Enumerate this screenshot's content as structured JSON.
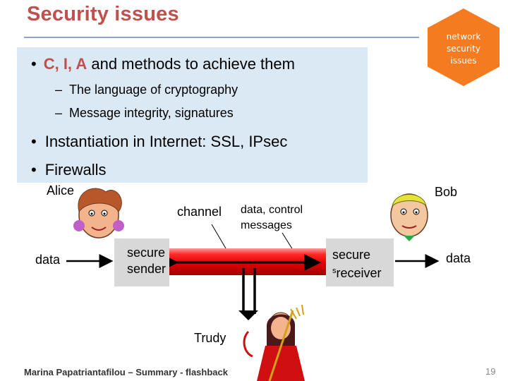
{
  "slide": {
    "title": "Security issues",
    "badge": {
      "line1": "network",
      "line2": "security",
      "line3": "issues"
    },
    "bullets": {
      "b1_prefix": "C, I, A",
      "b1_rest": " and methods to achieve them",
      "sub1": "The language of cryptography",
      "sub2": "Message integrity, signatures",
      "b2": "Instantiation in Internet: SSL, IPsec",
      "b3": "Firewalls"
    },
    "diagram": {
      "alice": "Alice",
      "bob": "Bob",
      "channel": "channel",
      "dcm_line1": "data, control",
      "dcm_line2": "messages",
      "data_left": "data",
      "data_right": "data",
      "sender_line1": "secure",
      "sender_line2": "sender",
      "receiver_line1": "secure",
      "receiver_line2": "receiver",
      "receiver_prefix": "s",
      "trudy": "Trudy"
    },
    "footer": {
      "text": "Marina Papatriantafilou – Summary - flashback",
      "page": "19"
    },
    "colors": {
      "title": "#c0504d",
      "badge": "#f47b20",
      "box": "#dbe9f5",
      "channel": "#e00000"
    }
  }
}
